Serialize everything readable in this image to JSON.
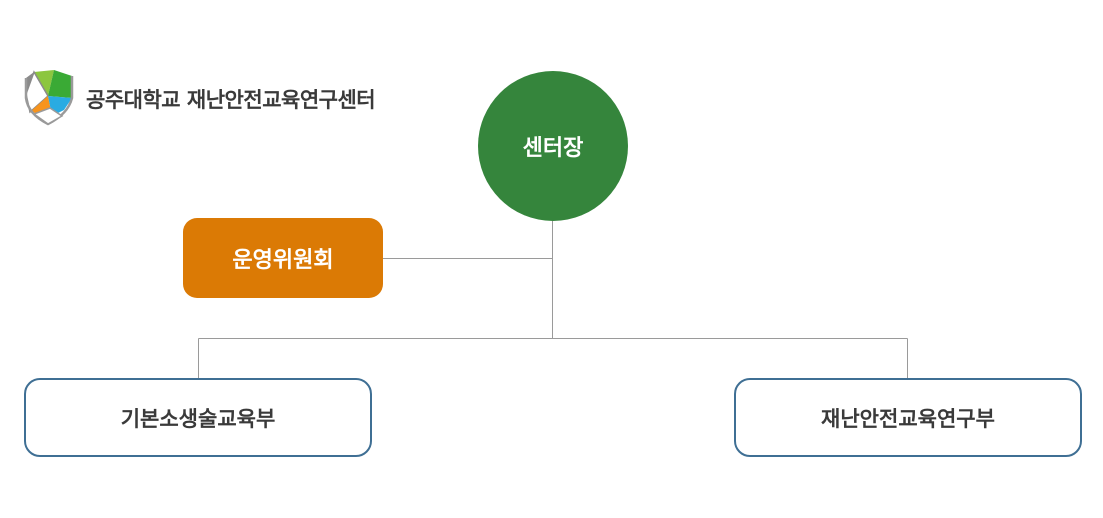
{
  "header": {
    "org_name": "공주대학교 재난안전교육연구센터",
    "logo_icon": "shield-logo-icon",
    "logo_colors": [
      "#8cc63f",
      "#3aaa35",
      "#f7941d",
      "#29abe2",
      "#8a8a8a"
    ]
  },
  "org_chart": {
    "head": {
      "label": "센터장",
      "color": "#35853c"
    },
    "committee": {
      "label": "운영위원회",
      "color": "#db7a05"
    },
    "departments": [
      {
        "label": "기본소생술교육부"
      },
      {
        "label": "재난안전교육연구부"
      }
    ],
    "department_border_color": "#3f6f94",
    "connector_color": "#9a9a9a"
  }
}
